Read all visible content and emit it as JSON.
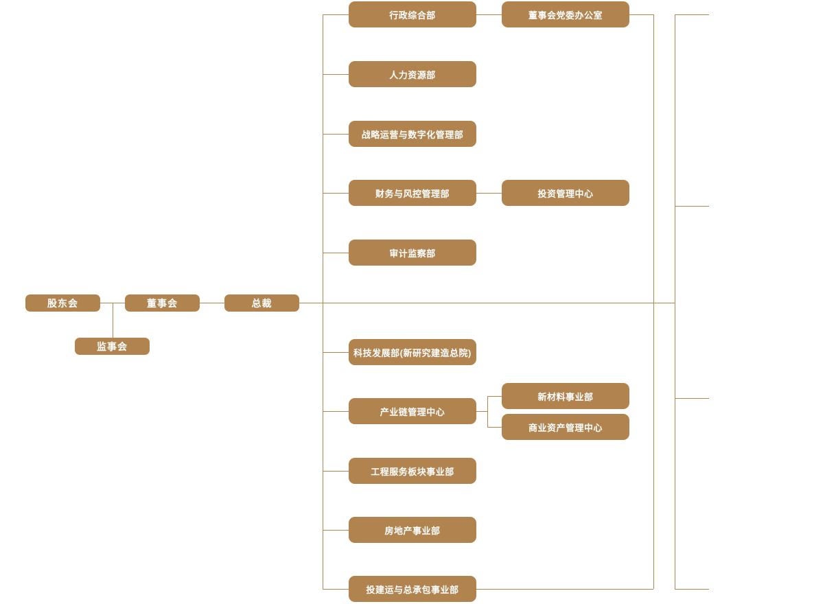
{
  "org_chart": {
    "colors": {
      "node_fill": "#B0834F",
      "node_text": "#FFFFFF",
      "connector_line": "#B2854E",
      "background": "#FFFFFF"
    },
    "governance": {
      "shareholders": "股东会",
      "supervisory_board": "监事会",
      "board_of_directors": "董事会",
      "president": "总裁"
    },
    "departments": {
      "admin": "行政综合部",
      "hr": "人力资源部",
      "strategy": "战略运营与数字化管理部",
      "finance": "财务与风控管理部",
      "audit": "审计监察部",
      "tech": "科技发展部(新研究建造总院)",
      "industry_chain": "产业链管理中心",
      "engineering": "工程服务板块事业部",
      "real_estate": "房地产事业部",
      "epc": "投建运与总承包事业部"
    },
    "sub_units": {
      "party_office": "董事会党委办公室",
      "investment_center": "投资管理中心",
      "new_materials": "新材料事业部",
      "commercial_assets": "商业资产管理中心"
    },
    "structure": {
      "shareholders": [
        "board_of_directors",
        "supervisory_board"
      ],
      "board_of_directors": [
        "president"
      ],
      "president": [
        "admin",
        "hr",
        "strategy",
        "finance",
        "audit",
        "tech",
        "industry_chain",
        "engineering",
        "real_estate",
        "epc"
      ],
      "admin": [
        "party_office"
      ],
      "finance": [
        "investment_center"
      ],
      "industry_chain": [
        "new_materials",
        "commercial_assets"
      ]
    },
    "right_edge_truncated_branches": 4
  }
}
